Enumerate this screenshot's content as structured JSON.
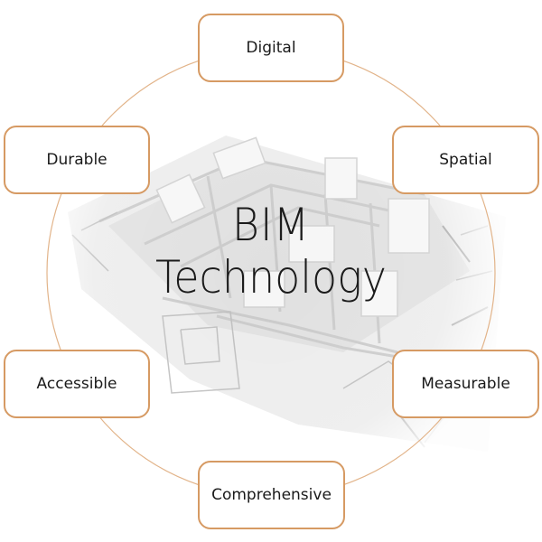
{
  "diagram": {
    "center": {
      "line1": "BIM",
      "line2": "Technology"
    },
    "nodes": [
      {
        "id": "digital",
        "label": "Digital"
      },
      {
        "id": "spatial",
        "label": "Spatial"
      },
      {
        "id": "measurable",
        "label": "Measurable"
      },
      {
        "id": "comprehensive",
        "label": "Comprehensive"
      },
      {
        "id": "accessible",
        "label": "Accessible"
      },
      {
        "id": "durable",
        "label": "Durable"
      }
    ],
    "colors": {
      "node_border": "#d69a63",
      "ring": "#e2b48a",
      "text": "#1a1a1a",
      "background": "#ffffff"
    }
  }
}
